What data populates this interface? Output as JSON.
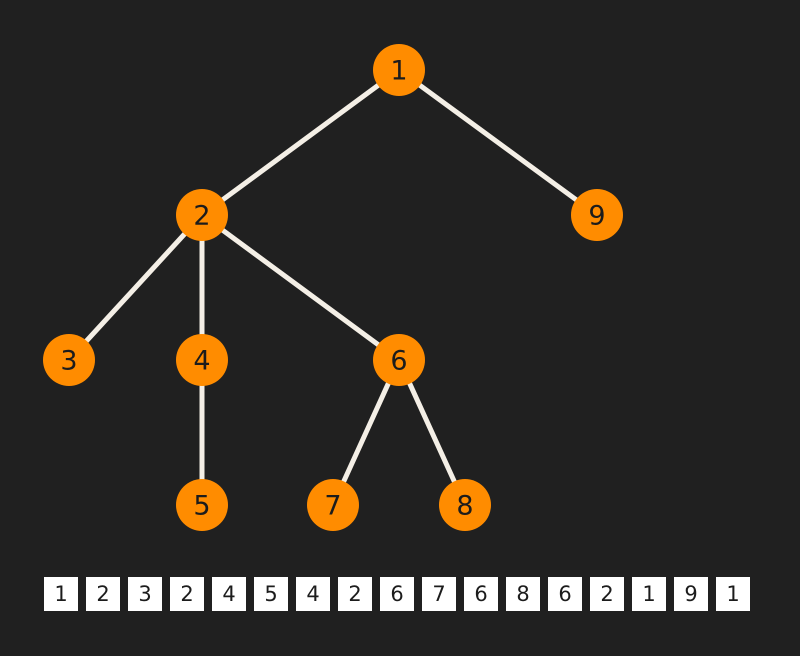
{
  "tree": {
    "nodes": [
      {
        "id": "1",
        "label": "1"
      },
      {
        "id": "2",
        "label": "2"
      },
      {
        "id": "9",
        "label": "9"
      },
      {
        "id": "3",
        "label": "3"
      },
      {
        "id": "4",
        "label": "4"
      },
      {
        "id": "6",
        "label": "6"
      },
      {
        "id": "5",
        "label": "5"
      },
      {
        "id": "7",
        "label": "7"
      },
      {
        "id": "8",
        "label": "8"
      }
    ],
    "edges": [
      {
        "from": "1",
        "to": "2"
      },
      {
        "from": "1",
        "to": "9"
      },
      {
        "from": "2",
        "to": "3"
      },
      {
        "from": "2",
        "to": "4"
      },
      {
        "from": "2",
        "to": "6"
      },
      {
        "from": "4",
        "to": "5"
      },
      {
        "from": "6",
        "to": "7"
      },
      {
        "from": "6",
        "to": "8"
      }
    ]
  },
  "euler_tour": [
    "1",
    "2",
    "3",
    "2",
    "4",
    "5",
    "4",
    "2",
    "6",
    "7",
    "6",
    "8",
    "6",
    "2",
    "1",
    "9",
    "1"
  ],
  "colors": {
    "background": "#202020",
    "node_fill": "#ff8c00",
    "edge": "#f4efe6",
    "cell_fill": "#ffffff",
    "text": "#1c1c1c"
  }
}
